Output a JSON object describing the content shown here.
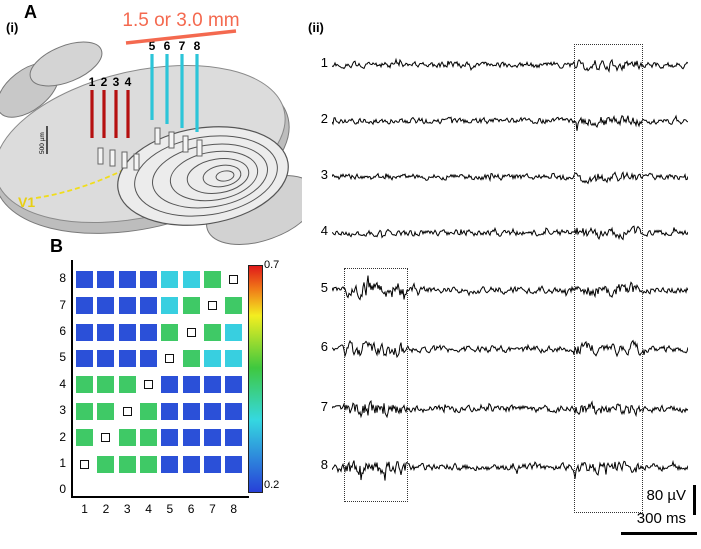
{
  "panelA": {
    "label": "A",
    "sub_label": "(i)",
    "distance_label": "1.5 or 3.0 mm",
    "v1_label": "V1",
    "depth_scale_label": "500 µm",
    "red_electrodes": [
      "1",
      "2",
      "3",
      "4"
    ],
    "cyan_electrodes": [
      "5",
      "6",
      "7",
      "8"
    ],
    "red_color": "#b50f0f",
    "cyan_color": "#2cc5d8",
    "accent_color": "#f4694f",
    "v1_color": "#e8cf12"
  },
  "panelAii": {
    "label": "(ii)",
    "trace_labels": [
      "1",
      "2",
      "3",
      "4",
      "5",
      "6",
      "7",
      "8"
    ],
    "voltage_scale": "80 µV",
    "time_scale": "300 ms"
  },
  "panelB": {
    "label": "B"
  },
  "chart_data": {
    "type": "heatmap",
    "description": "Pairwise correlation matrix between electrodes 1-8; diagonal self-comparisons shown as small open squares",
    "x_tick_labels": [
      "1",
      "2",
      "3",
      "4",
      "5",
      "6",
      "7",
      "8"
    ],
    "y_tick_labels": [
      "0",
      "1",
      "2",
      "3",
      "4",
      "5",
      "6",
      "7",
      "8"
    ],
    "colorbar": {
      "top_label": "0.7",
      "bottom_label": "0.2",
      "stops": [
        [
          "#e01a1a",
          0
        ],
        [
          "#f07818",
          10
        ],
        [
          "#f3ee20",
          22
        ],
        [
          "#3fc83f",
          45
        ],
        [
          "#35d8e0",
          68
        ],
        [
          "#2740d8",
          100
        ]
      ]
    },
    "value_colors": {
      "low": "#2b50d8",
      "mid": "#38cfe0",
      "high": "#3fc966"
    },
    "approx_values": {
      "low": 0.25,
      "mid": 0.42,
      "high": 0.55
    },
    "matrix_top_to_bottom": [
      [
        "low",
        "low",
        "low",
        "low",
        "mid",
        "mid",
        "high",
        "diag"
      ],
      [
        "low",
        "low",
        "low",
        "low",
        "mid",
        "high",
        "diag",
        "high"
      ],
      [
        "low",
        "low",
        "low",
        "low",
        "high",
        "diag",
        "high",
        "mid"
      ],
      [
        "low",
        "low",
        "low",
        "low",
        "diag",
        "high",
        "mid",
        "mid"
      ],
      [
        "high",
        "high",
        "high",
        "diag",
        "low",
        "low",
        "low",
        "low"
      ],
      [
        "high",
        "high",
        "diag",
        "high",
        "low",
        "low",
        "low",
        "low"
      ],
      [
        "high",
        "diag",
        "high",
        "high",
        "low",
        "low",
        "low",
        "low"
      ],
      [
        "diag",
        "high",
        "high",
        "high",
        "low",
        "low",
        "low",
        "low"
      ]
    ]
  }
}
